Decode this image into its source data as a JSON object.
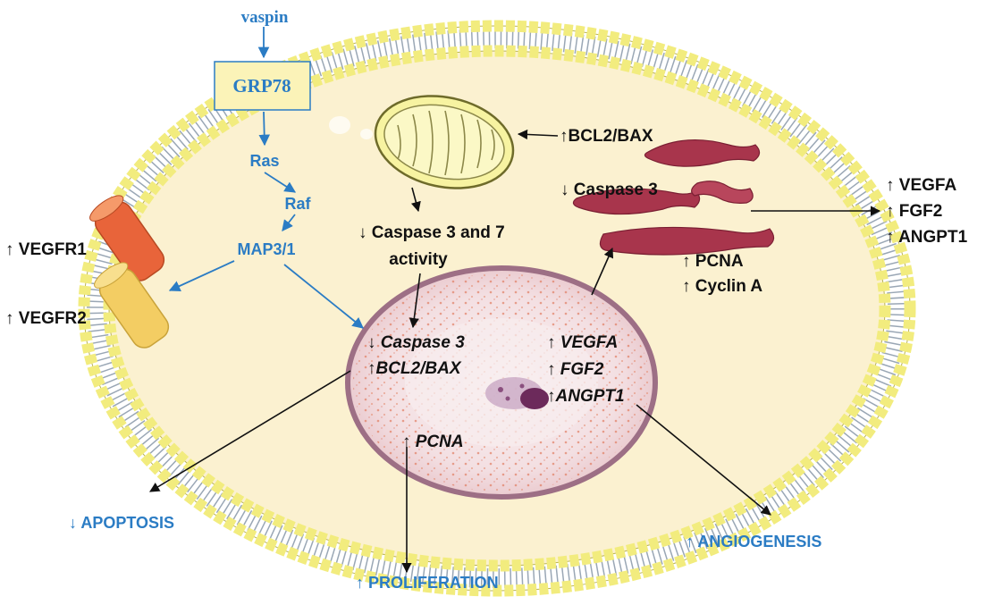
{
  "signaling": {
    "ligand": "vaspin",
    "receptor": "GRP78",
    "ras": "Ras",
    "raf": "Raf",
    "mapk": "MAP3/1"
  },
  "membrane_receptors": {
    "vegfr1": "↑ VEGFR1",
    "vegfr2": "↑ VEGFR2"
  },
  "mitochondrion": {
    "bcl2_bax": "↑BCL2/BAX",
    "caspase_line1": "↓ Caspase 3 and 7",
    "caspase_line2": "activity"
  },
  "golgi": {
    "caspase3": "↓ Caspase 3",
    "pcna": "↑ PCNA",
    "cyclin_a": "↑ Cyclin A",
    "secreted": [
      "↑ VEGFA",
      "↑ FGF2",
      "↑ ANGPT1"
    ]
  },
  "nucleus": {
    "caspase3": "↓ Caspase 3",
    "bcl2_bax": "↑BCL2/BAX",
    "vegfa": "↑ VEGFA",
    "fgf2": "↑ FGF2",
    "angpt1": "↑ANGPT1",
    "pcna": "↑ PCNA"
  },
  "outcomes": {
    "apoptosis": "↓ APOPTOSIS",
    "proliferation": "↑ PROLIFERATION",
    "angiogenesis": "↑ ANGIOGENESIS"
  },
  "colors": {
    "blue_text": "#2b7cc4",
    "black_text": "#111111",
    "cytoplasm": "#fbf1d0",
    "membrane_head": "#f2ec7e",
    "golgi": "#a8354c",
    "nucleus": "#f5e8ea"
  },
  "icons": [
    "cell-membrane-icon",
    "mitochondrion-icon",
    "golgi-icon",
    "nucleus-icon",
    "receptor-channel-icon"
  ]
}
